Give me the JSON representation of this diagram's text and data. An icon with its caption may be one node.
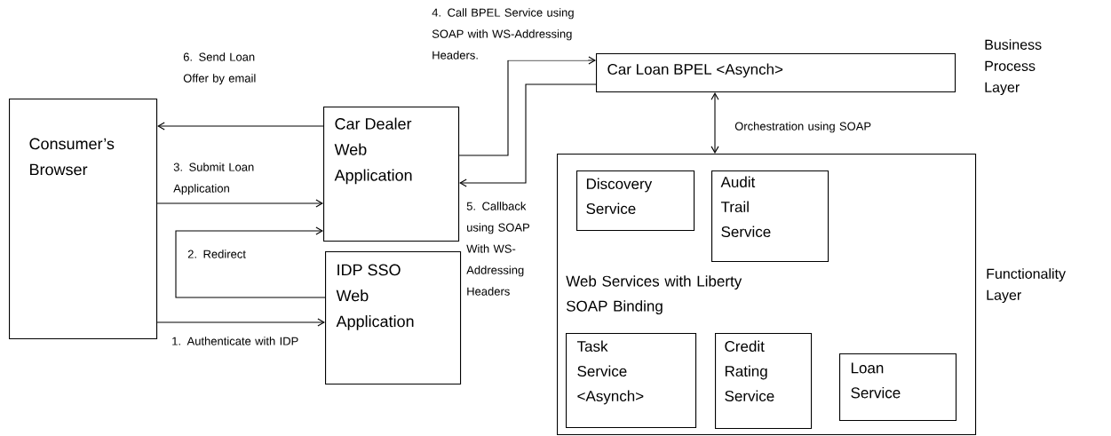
{
  "diagram": {
    "nodes": [
      {
        "text": [
          "Consumer’s Browser"
        ]
      },
      {
        "text": [
          "Car Dealer Web Application"
        ]
      },
      {
        "text": [
          "IDP SSO Web Application"
        ]
      },
      {
        "text": [
          "Car Loan BPEL <Asynch>"
        ]
      },
      {
        "text": [
          "Web Services with Liberty SOAP Binding"
        ]
      },
      {
        "text": [
          "Discovery Service"
        ],
        "in": 4
      },
      {
        "text": [
          "Audit Trail Service"
        ],
        "in": 4
      },
      {
        "text": [
          "Task Service <Asynch>"
        ],
        "in": 4
      },
      {
        "text": [
          "Credit Rating Service"
        ],
        "in": 4
      },
      {
        "text": [
          "Loan Service"
        ],
        "in": 4
      }
    ],
    "edges": [
      {
        "from": 0,
        "to": 2,
        "arrow": "to",
        "label": "1. Authenticate with IDP"
      },
      {
        "from": 2,
        "to": 1,
        "arrow": "to",
        "label": "2. Redirect"
      },
      {
        "from": 0,
        "to": 1,
        "arrow": "to",
        "label": "3. Submit Loan Application"
      },
      {
        "from": 1,
        "to": 3,
        "arrow": "to",
        "label": "4. Call BPEL Service using SOAP with WS-Addressing Headers."
      },
      {
        "from": 3,
        "to": 1,
        "arrow": "to",
        "label": "5. Callback using SOAP With WS-Addressing Headers"
      },
      {
        "from": 1,
        "to": 0,
        "arrow": "to",
        "label": "6. Send Loan Offer by email"
      },
      {
        "from": 3,
        "to": 4,
        "arrow": "both",
        "label": "Orchestration using SOAP"
      }
    ],
    "labels": [
      "Business Process Layer",
      "Functionality Layer"
    ]
  }
}
